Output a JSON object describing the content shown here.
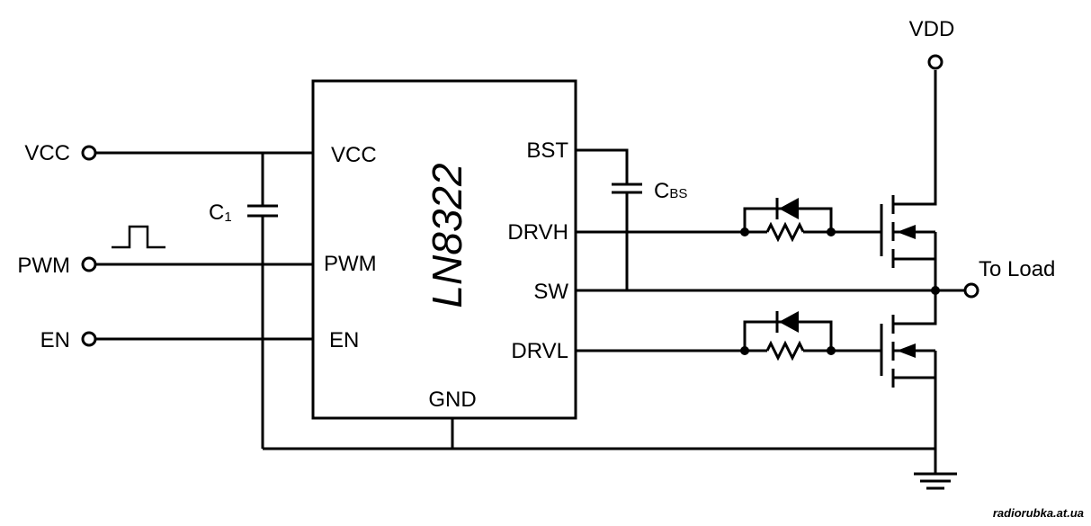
{
  "chip": {
    "name": "LN8322",
    "pins": {
      "vcc": "VCC",
      "pwm": "PWM",
      "en": "EN",
      "bst": "BST",
      "drvh": "DRVH",
      "sw": "SW",
      "drvl": "DRVL",
      "gnd": "GND"
    }
  },
  "inputs": {
    "vcc": "VCC",
    "pwm": "PWM",
    "en": "EN"
  },
  "supply": "VDD",
  "output": "To Load",
  "caps": {
    "c1_main": "C",
    "c1_sub": "1",
    "cbs_main": "C",
    "cbs_sub": "BS"
  },
  "watermark": "radiorubka.at.ua"
}
